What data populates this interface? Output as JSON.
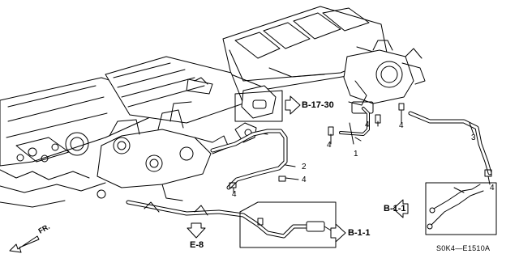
{
  "diagram": {
    "callouts": {
      "p1": "1",
      "p2": "2",
      "p3": "3",
      "p4a": "4",
      "p4b": "4",
      "p4c": "4",
      "p4d": "4",
      "p4e": "4",
      "p4f": "4"
    },
    "refs": {
      "b_17_30": "B-17-30",
      "b_1_1_right": "B-1-1",
      "b_1_1_bottom": "B-1-1",
      "e_8": "E-8",
      "fr": "FR."
    },
    "code": "S0K4—E1510A",
    "colors": {
      "line": "#000000",
      "background": "#ffffff"
    }
  }
}
